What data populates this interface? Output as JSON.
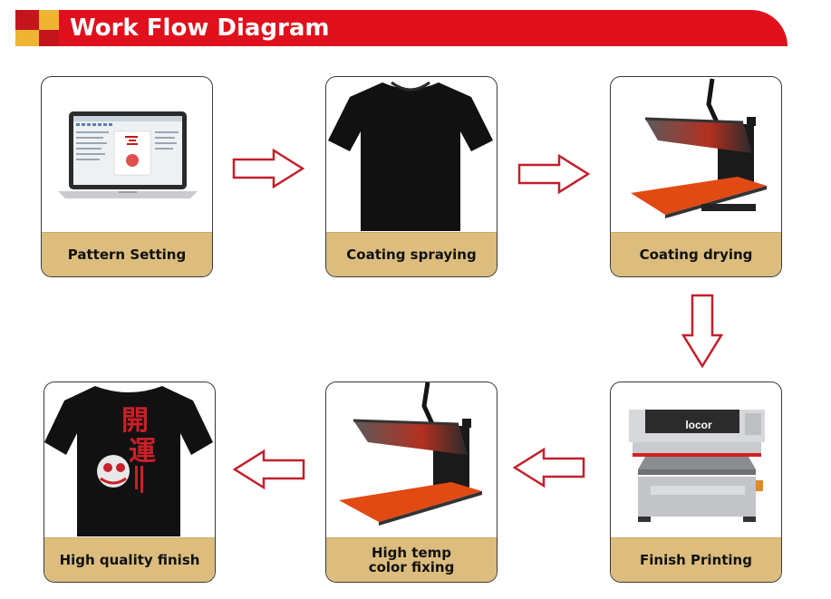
{
  "header": {
    "title": "Work Flow Diagram"
  },
  "steps": [
    {
      "label": "Pattern Setting",
      "image": "laptop-software"
    },
    {
      "label": "Coating spraying",
      "image": "black-tshirt"
    },
    {
      "label": "Coating drying",
      "image": "heat-press"
    },
    {
      "label": "Finish Printing",
      "image": "dtg-printer"
    },
    {
      "label": "High temp\ncolor fixing",
      "image": "heat-press"
    },
    {
      "label": "High quality finish",
      "image": "printed-tshirt"
    }
  ],
  "printer_brand": "locor",
  "tshirt_print": {
    "glyph_1": "開",
    "glyph_2": "運"
  },
  "colors": {
    "header_red": "#e0101c",
    "caption_tan": "#dcbd7e",
    "arrow_red": "#c2202a",
    "accent_gold": "#f0b433"
  }
}
